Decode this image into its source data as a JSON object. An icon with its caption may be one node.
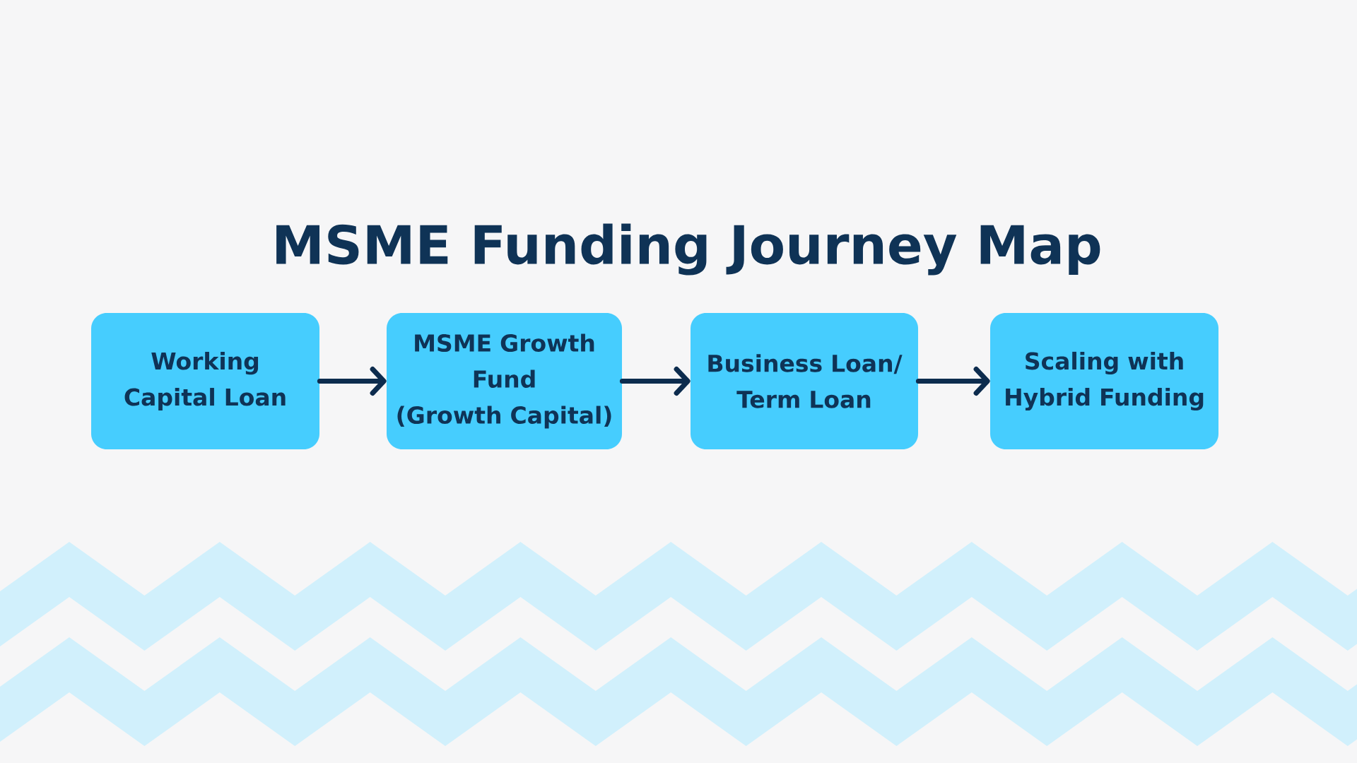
{
  "diagram": {
    "title": "MSME Funding Journey Map",
    "nodes": [
      {
        "text": [
          "Working Capital Loan"
        ]
      },
      {
        "text": [
          "MSME Growth Fund (Growth Capital)"
        ]
      },
      {
        "text": [
          "Business Loan/ Term Loan"
        ]
      },
      {
        "text": [
          "Scaling with Hybrid Funding"
        ]
      }
    ],
    "edges": [
      {
        "from": 0,
        "to": 1,
        "arrow": "to"
      },
      {
        "from": 1,
        "to": 2,
        "arrow": "to"
      },
      {
        "from": 2,
        "to": 3,
        "arrow": "to"
      }
    ]
  }
}
